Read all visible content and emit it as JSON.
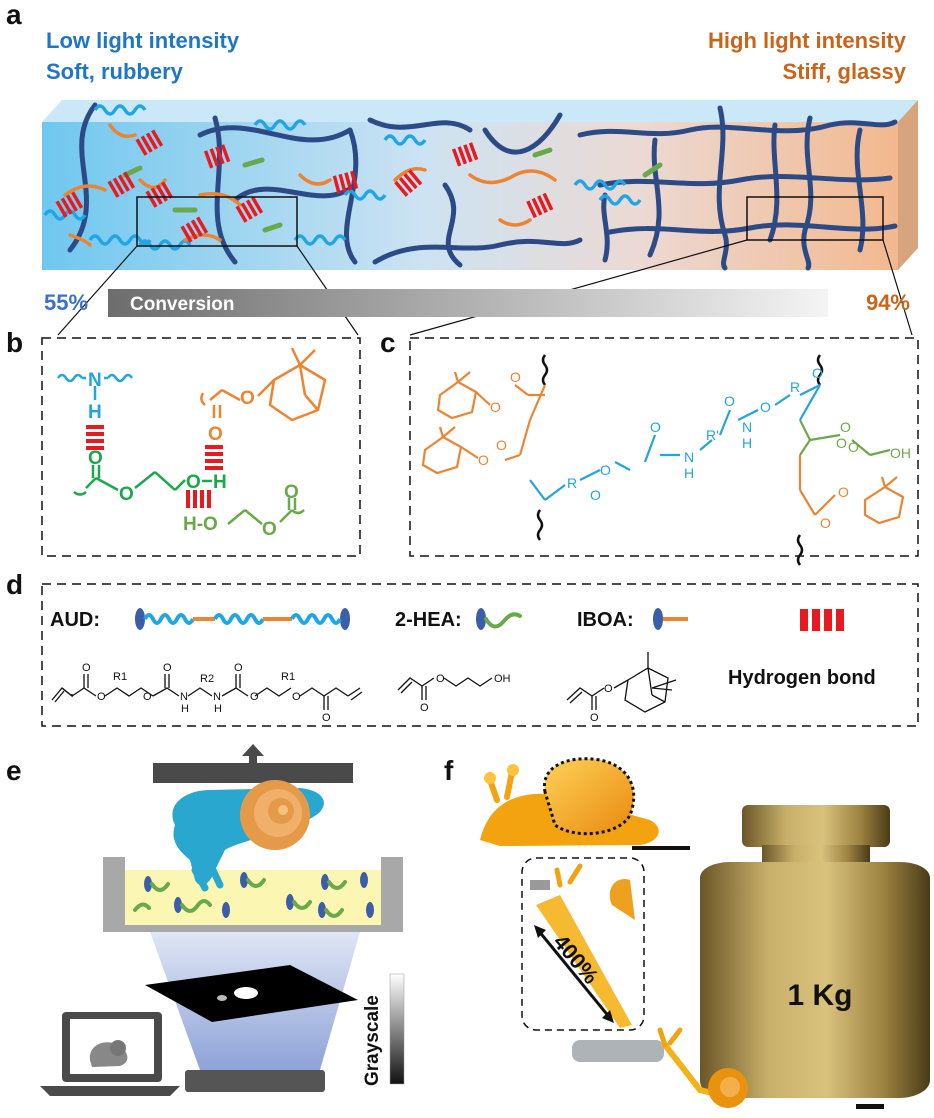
{
  "panels": {
    "a": "a",
    "b": "b",
    "c": "c",
    "d": "d",
    "e": "e",
    "f": "f"
  },
  "panel_a": {
    "low_line1": "Low light intensity",
    "low_line2": "Soft, rubbery",
    "high_line1": "High light intensity",
    "high_line2": "Stiff, glassy",
    "conv_start": "55%",
    "conv_label": "Conversion",
    "conv_end": "94%"
  },
  "panel_b": {
    "atom_N": "N",
    "atom_H1": "H",
    "atom_O1": "O",
    "atom_O2": "O",
    "atom_OH_O": "O",
    "atom_OH_H": "H",
    "atom_O3": "O",
    "atom_O4": "O",
    "atom_H2": "H-O",
    "atom_O5": "O",
    "atom_O6": "O"
  },
  "panel_c": {
    "atoms": [
      "O",
      "O",
      "O",
      "O",
      "O",
      "O",
      "R",
      "O",
      "O",
      "N",
      "H",
      "R'",
      "N",
      "H",
      "O",
      "O",
      "R",
      "O",
      "O",
      "O",
      "OH",
      "O",
      "O"
    ]
  },
  "panel_d": {
    "aud_label": "AUD:",
    "hea_label": "2-HEA:",
    "iboa_label": "IBOA:",
    "hbond_label": "Hydrogen bond",
    "aud_atoms": [
      "O",
      "O",
      "R1",
      "O",
      "O",
      "N",
      "R2",
      "N",
      "O",
      "O",
      "R1",
      "O",
      "O",
      "H",
      "H"
    ],
    "hea_atoms": [
      "O",
      "O",
      "OH"
    ],
    "iboa_atoms": [
      "O",
      "O"
    ]
  },
  "panel_e": {
    "grayscale_label": "Grayscale"
  },
  "panel_f": {
    "weight_label": "1 Kg",
    "strain_label": "400%"
  },
  "colors": {
    "blue_text": "#1f77c4",
    "orange_text": "#c8651b",
    "chain_dark": "#2b4a86",
    "chain_cyan": "#1fa6e6",
    "chain_orange": "#ec8432",
    "chain_green": "#6aa94a",
    "hbond_red": "#e8191f",
    "chem_green": "#1aa84a",
    "chem_cyan": "#22a5dc"
  }
}
